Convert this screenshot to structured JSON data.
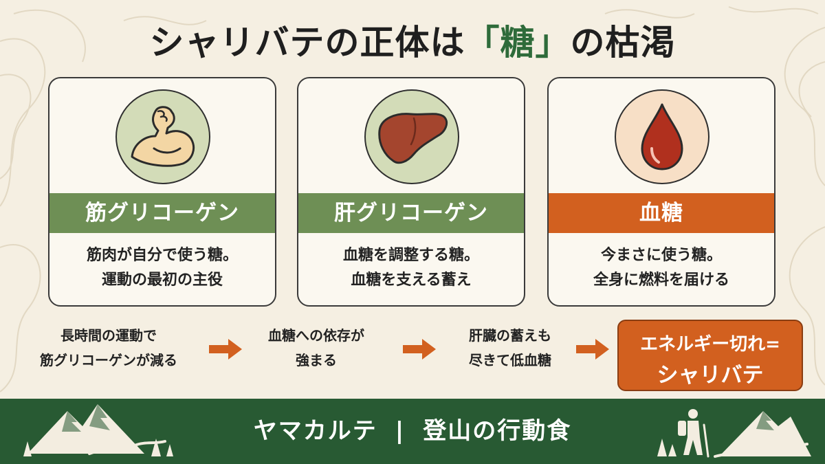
{
  "title": {
    "main": "シャリバテの正体は",
    "accent": "「糖」",
    "tail": "の枯渇"
  },
  "cards": [
    {
      "icon": "flexed-arm-icon",
      "label": "筋グリコーゲン",
      "line1": "筋肉が自分で使う糖。",
      "line2": "運動の最初の主役",
      "band_color": "#6e8f55"
    },
    {
      "icon": "liver-icon",
      "label": "肝グリコーゲン",
      "line1": "血糖を調整する糖。",
      "line2": "血糖を支える蓄え",
      "band_color": "#6e8f55"
    },
    {
      "icon": "blood-drop-icon",
      "label": "血糖",
      "line1": "今まさに使う糖。",
      "line2": "全身に燃料を届ける",
      "band_color": "#d2601f"
    }
  ],
  "flow": [
    {
      "line1": "長時間の運動で",
      "line2": "筋グリコーゲンが減る"
    },
    {
      "line1": "血糖への依存が",
      "line2": "強まる"
    },
    {
      "line1": "肝臓の蓄えも",
      "line2": "尽きて低血糖"
    }
  ],
  "result": {
    "line1": "エネルギー切れ=",
    "line2": "シャリバテ"
  },
  "footer": {
    "brand": "ヤマカルテ",
    "separator": "|",
    "topic": "登山の行動食"
  },
  "colors": {
    "green": "#285a33",
    "sage": "#6e8f55",
    "orange": "#d2601f",
    "background": "#f5efe2"
  }
}
